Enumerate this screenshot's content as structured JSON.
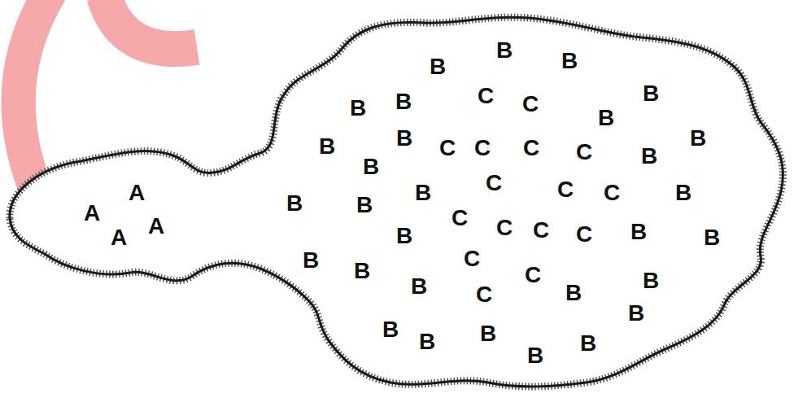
{
  "diagram": {
    "nodes": [
      {
        "text": [
          "B",
          "B",
          "B",
          "B",
          "C",
          "B",
          "C",
          "B",
          "B",
          "B",
          "B",
          "B",
          "C",
          "C",
          "C",
          "C",
          "B",
          "B",
          "C",
          "C",
          "B",
          "C",
          "B",
          "A",
          "B",
          "B",
          "A",
          "C",
          "A",
          "C",
          "C",
          "B",
          "C",
          "B",
          "A",
          "B",
          "C",
          "B",
          "B",
          "C",
          "B",
          "B",
          "B",
          "C",
          "B",
          "B",
          "B",
          "B",
          "B",
          "B"
        ]
      }
    ]
  }
}
